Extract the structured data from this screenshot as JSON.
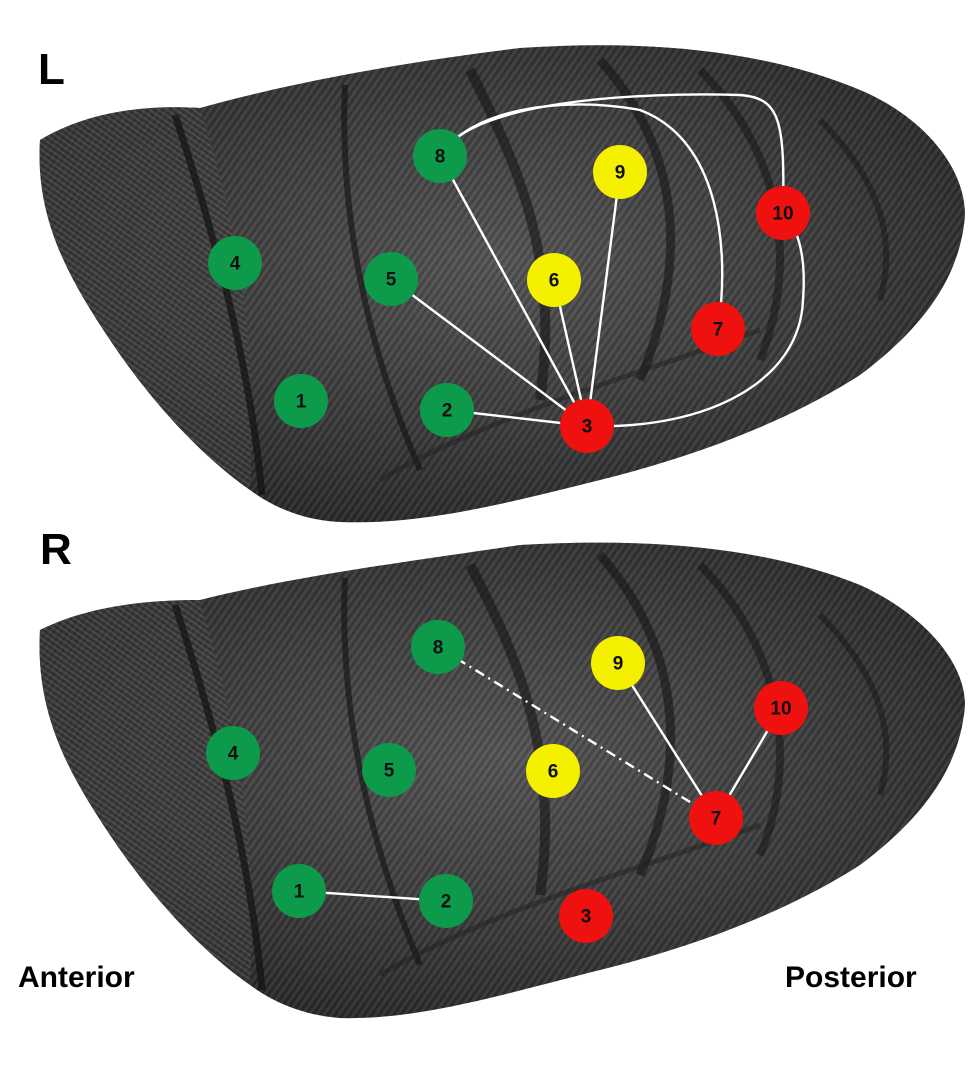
{
  "labels": {
    "left_hemisphere": "L",
    "right_hemisphere": "R",
    "anterior": "Anterior",
    "posterior": "Posterior"
  },
  "colors": {
    "green": "#0e9a4b",
    "yellow": "#f5f000",
    "red": "#ef1010",
    "line": "#ffffff",
    "brain_dark": "#1c1c1c",
    "brain_mid": "#4a4a4a"
  },
  "panels": [
    {
      "id": "L",
      "nodes": [
        {
          "id": "1",
          "color": "green"
        },
        {
          "id": "2",
          "color": "green"
        },
        {
          "id": "3",
          "color": "red"
        },
        {
          "id": "4",
          "color": "green"
        },
        {
          "id": "5",
          "color": "green"
        },
        {
          "id": "6",
          "color": "yellow"
        },
        {
          "id": "7",
          "color": "red"
        },
        {
          "id": "8",
          "color": "green"
        },
        {
          "id": "9",
          "color": "yellow"
        },
        {
          "id": "10",
          "color": "red"
        }
      ],
      "connections": [
        {
          "from": "3",
          "to": "2",
          "style": "solid"
        },
        {
          "from": "3",
          "to": "5",
          "style": "solid"
        },
        {
          "from": "3",
          "to": "8",
          "style": "solid"
        },
        {
          "from": "3",
          "to": "6",
          "style": "solid"
        },
        {
          "from": "3",
          "to": "9",
          "style": "solid"
        },
        {
          "from": "3",
          "to": "10",
          "style": "solid-curved"
        },
        {
          "from": "8",
          "to": "7",
          "style": "solid-curved"
        },
        {
          "from": "8",
          "to": "10",
          "style": "solid-curved"
        }
      ]
    },
    {
      "id": "R",
      "nodes": [
        {
          "id": "1",
          "color": "green"
        },
        {
          "id": "2",
          "color": "green"
        },
        {
          "id": "3",
          "color": "red"
        },
        {
          "id": "4",
          "color": "green"
        },
        {
          "id": "5",
          "color": "green"
        },
        {
          "id": "6",
          "color": "yellow"
        },
        {
          "id": "7",
          "color": "red"
        },
        {
          "id": "8",
          "color": "green"
        },
        {
          "id": "9",
          "color": "yellow"
        },
        {
          "id": "10",
          "color": "red"
        }
      ],
      "connections": [
        {
          "from": "1",
          "to": "2",
          "style": "solid"
        },
        {
          "from": "9",
          "to": "7",
          "style": "solid"
        },
        {
          "from": "10",
          "to": "7",
          "style": "solid"
        },
        {
          "from": "8",
          "to": "7",
          "style": "dash-dot"
        }
      ]
    }
  ]
}
